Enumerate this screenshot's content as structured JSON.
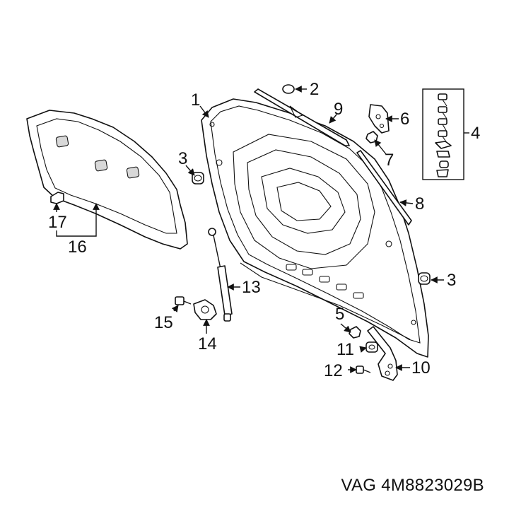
{
  "part_number": "VAG 4M8823029B",
  "callouts": [
    "1",
    "2",
    "3",
    "3",
    "4",
    "5",
    "6",
    "7",
    "8",
    "9",
    "10",
    "11",
    "12",
    "13",
    "14",
    "15",
    "16",
    "17"
  ]
}
